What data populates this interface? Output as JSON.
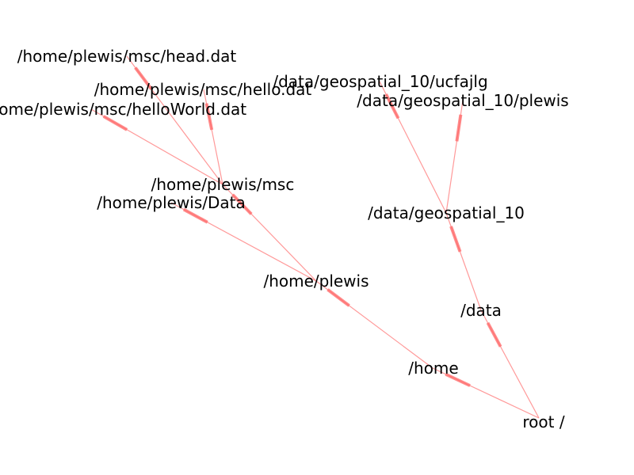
{
  "graph": {
    "edge_color": "#ff8080",
    "label_color": "#000000",
    "nodes": [
      {
        "id": "root",
        "label": "root /"
      },
      {
        "id": "home",
        "label": "/home"
      },
      {
        "id": "data",
        "label": "/data"
      },
      {
        "id": "plewis",
        "label": "/home/plewis"
      },
      {
        "id": "geo",
        "label": "/data/geospatial_10"
      },
      {
        "id": "msc",
        "label": "/home/plewis/msc"
      },
      {
        "id": "Data",
        "label": "/home/plewis/Data"
      },
      {
        "id": "head",
        "label": "/home/plewis/msc/head.dat"
      },
      {
        "id": "hello",
        "label": "/home/plewis/msc/hello.dat"
      },
      {
        "id": "helloWorld",
        "label": "/home/plewis/msc/helloWorld.dat"
      },
      {
        "id": "ucfajlg",
        "label": "/data/geospatial_10/ucfajlg"
      },
      {
        "id": "geoplewis",
        "label": "/data/geospatial_10/plewis"
      }
    ],
    "edges": [
      {
        "from": "root",
        "to": "home"
      },
      {
        "from": "root",
        "to": "data"
      },
      {
        "from": "home",
        "to": "plewis"
      },
      {
        "from": "data",
        "to": "geo"
      },
      {
        "from": "plewis",
        "to": "msc"
      },
      {
        "from": "plewis",
        "to": "Data"
      },
      {
        "from": "msc",
        "to": "head"
      },
      {
        "from": "msc",
        "to": "hello"
      },
      {
        "from": "msc",
        "to": "helloWorld"
      },
      {
        "from": "geo",
        "to": "ucfajlg"
      },
      {
        "from": "geo",
        "to": "geoplewis"
      }
    ]
  }
}
